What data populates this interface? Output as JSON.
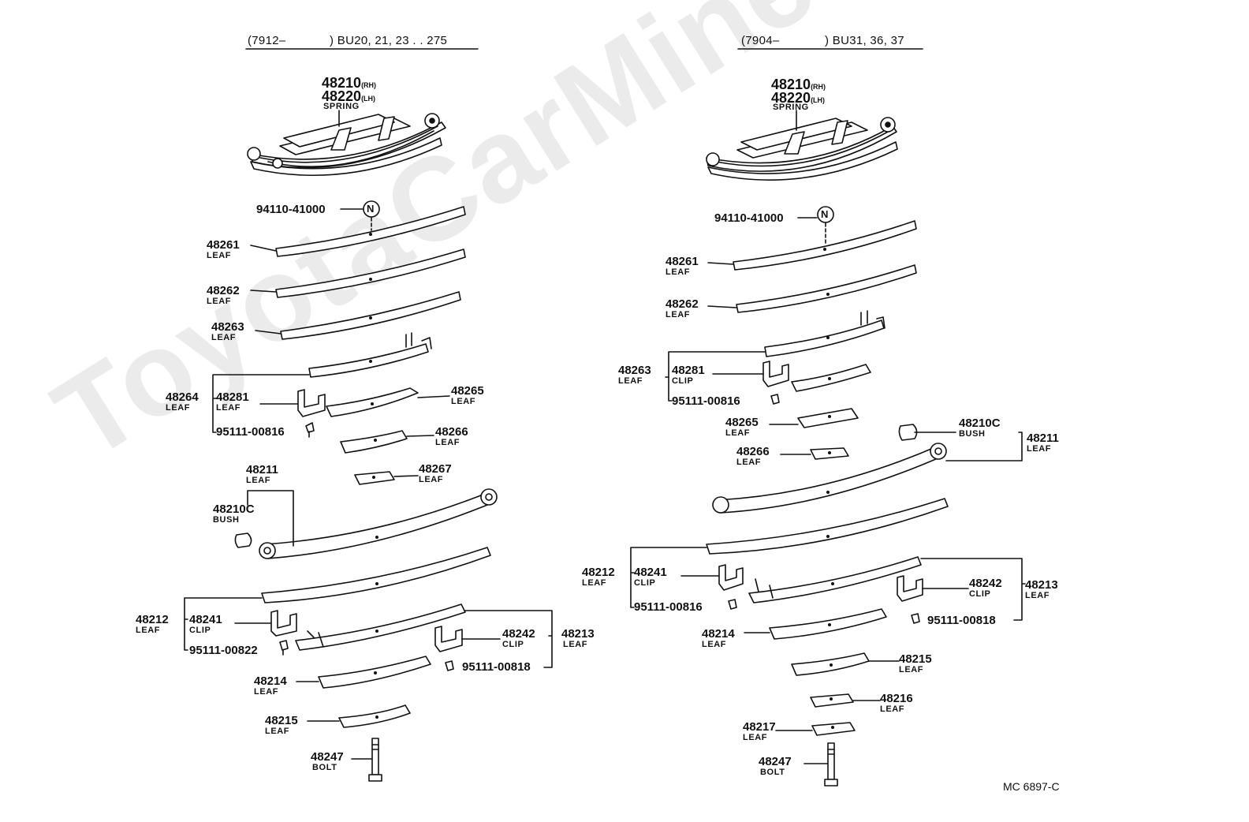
{
  "watermark": "ToyotaCarMine.ru",
  "diagram_code": "MC 6897-C",
  "rh": "(RH)",
  "lh": "(LH)",
  "left": {
    "header_a": "(7912–",
    "header_b": ") BU20, 21, 23 . . 275",
    "spring_rh": "48210",
    "spring_lh": "48220",
    "spring_name": "SPRING",
    "bolt_n": "94110-41000",
    "n_mark": "N",
    "l48261": "48261",
    "l48262": "48262",
    "l48263": "48263",
    "l48264": "48264",
    "l48281": "48281",
    "l48265": "48265",
    "l48266": "48266",
    "l48267": "48267",
    "l95111_816": "95111-00816",
    "l48211": "48211",
    "l48210c": "48210C",
    "l48212": "48212",
    "l48241": "48241",
    "l95111_822": "95111-00822",
    "l48213": "48213",
    "l48242": "48242",
    "l95111_818": "95111-00818",
    "l48214": "48214",
    "l48215": "48215",
    "l48247": "48247",
    "leaf": "LEAF",
    "clip": "CLIP",
    "bush": "BUSH",
    "bolt": "BOLT"
  },
  "right": {
    "header_a": "(7904–",
    "header_b": ") BU31, 36, 37",
    "spring_rh": "48210",
    "spring_lh": "48220",
    "spring_name": "SPRING",
    "bolt_n": "94110-41000",
    "n_mark": "N",
    "l48261": "48261",
    "l48262": "48262",
    "l48263": "48263",
    "l48281": "48281",
    "l95111_816": "95111-00816",
    "l48265": "48265",
    "l48266": "48266",
    "l48210c": "48210C",
    "l48211": "48211",
    "l48212": "48212",
    "l48241": "48241",
    "l95111_816b": "95111-00816",
    "l48242": "48242",
    "l48213": "48213",
    "l95111_818": "95111-00818",
    "l48214": "48214",
    "l48215": "48215",
    "l48216": "48216",
    "l48217": "48217",
    "l48247": "48247",
    "leaf": "LEAF",
    "clip": "CLIP",
    "bush": "BUSH",
    "bolt": "BOLT"
  }
}
